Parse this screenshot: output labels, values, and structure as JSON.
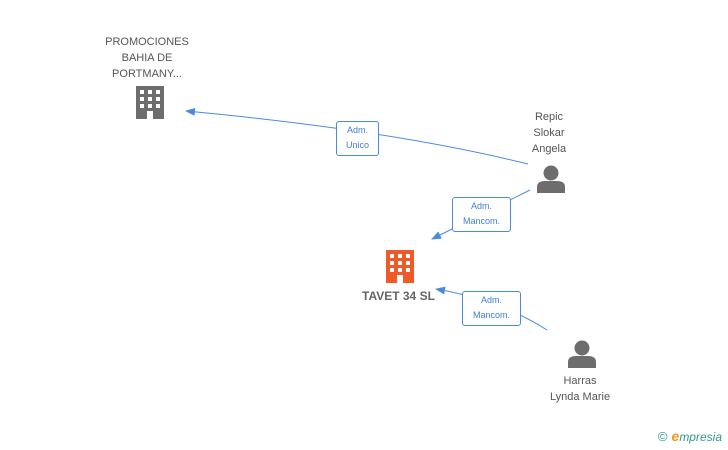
{
  "nodes": {
    "promociones": {
      "name_lines": [
        "PROMOCIONES",
        "BAHIA DE",
        "PORTMANY..."
      ],
      "type": "company",
      "color": "#6d6d6d"
    },
    "tavet": {
      "name": "TAVET 34 SL",
      "type": "company",
      "color": "#f05a28"
    },
    "repic": {
      "name_lines": [
        "Repic",
        "Slokar",
        "Angela"
      ],
      "type": "person",
      "color": "#6d6d6d"
    },
    "harras": {
      "name_lines": [
        "Harras",
        "Lynda Marie"
      ],
      "type": "person",
      "color": "#6d6d6d"
    }
  },
  "relations": [
    {
      "from": "repic",
      "to": "promociones",
      "label_lines": [
        "Adm.",
        "Unico"
      ]
    },
    {
      "from": "repic",
      "to": "tavet",
      "label_lines": [
        "Adm.",
        "Mancom."
      ]
    },
    {
      "from": "harras",
      "to": "tavet",
      "label_lines": [
        "Adm.",
        "Mancom."
      ]
    }
  ],
  "edge_color": "#4a8adf",
  "brand": {
    "copyright_symbol": "©",
    "e_letter": "e",
    "rest": "mpresia"
  }
}
